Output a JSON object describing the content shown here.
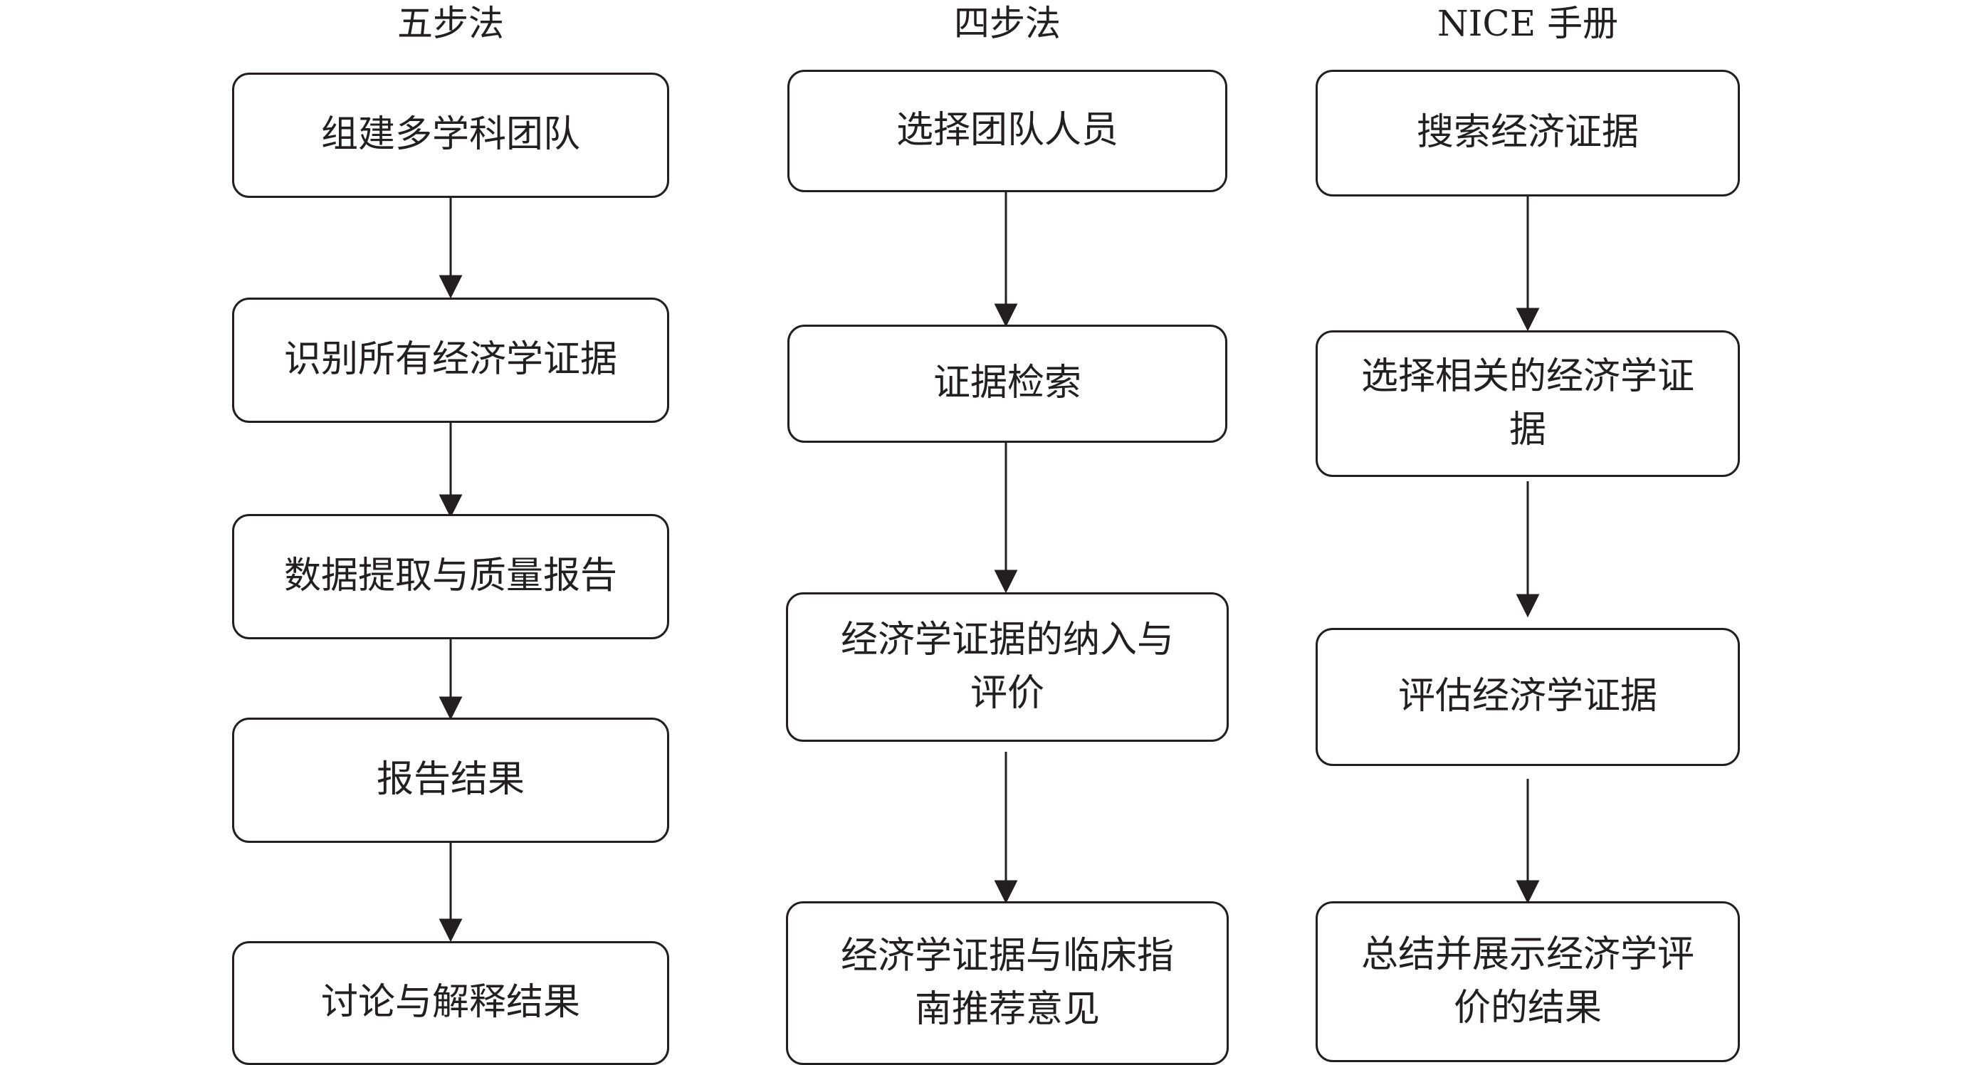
{
  "columns": [
    {
      "title": "五步法",
      "steps": [
        "组建多学科团队",
        "识别所有经济学证据",
        "数据提取与质量报告",
        "报告结果",
        "讨论与解释结果"
      ]
    },
    {
      "title": "四步法",
      "steps": [
        "选择团队人员",
        "证据检索",
        "经济学证据的纳入与评价",
        "经济学证据与临床指南推荐意见"
      ]
    },
    {
      "title": "NICE 手册",
      "steps": [
        "搜索经济证据",
        "选择相关的经济学证据",
        "评估经济学证据",
        "总结并展示经济学评价的结果"
      ]
    }
  ]
}
